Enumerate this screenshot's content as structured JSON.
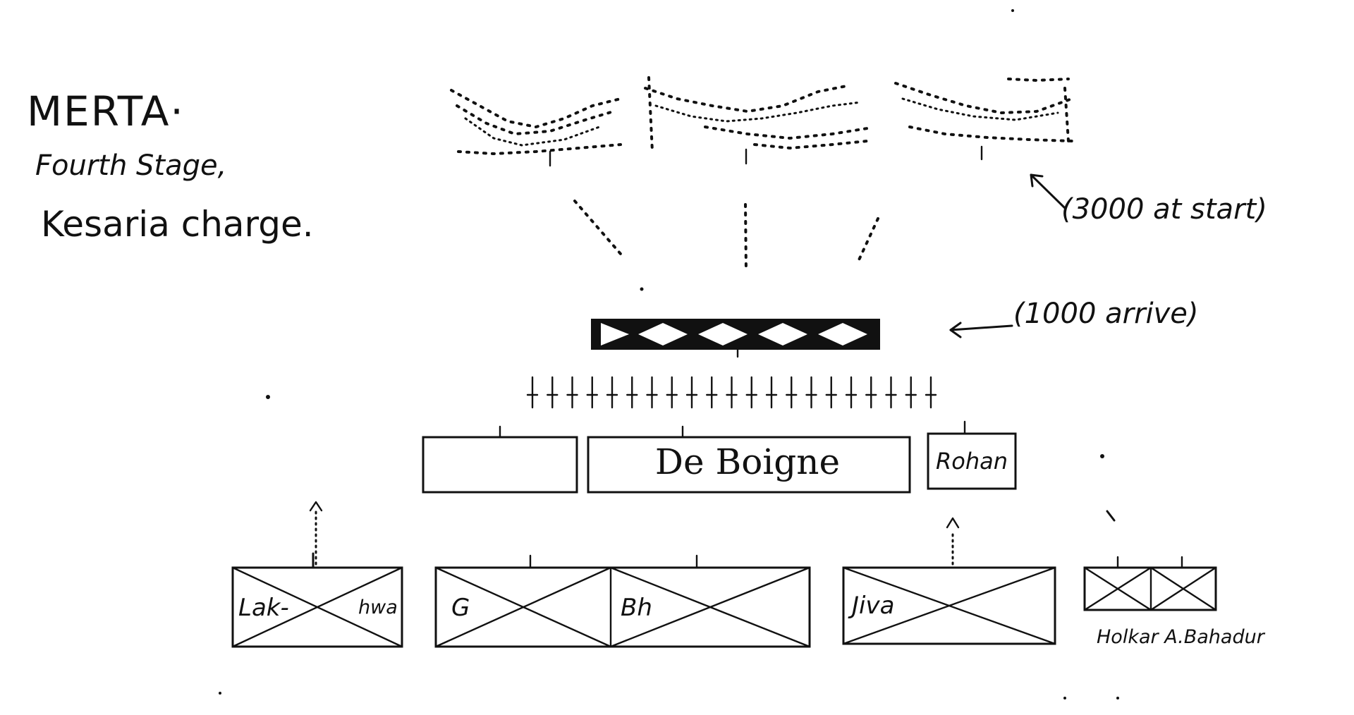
{
  "title": "MERTA·",
  "subtitle_line1": "Fourth Stage,",
  "subtitle_line2": "Kesaria charge.",
  "annotations": {
    "start_note": "(3000 at start)",
    "arrive_note": "(1000 arrive)"
  },
  "front_line": [
    {
      "label": ""
    },
    {
      "label": "De Boigne"
    },
    {
      "label": "Rohan"
    }
  ],
  "rear_line": [
    {
      "labels": [
        "Lak-",
        "hwa"
      ]
    },
    {
      "labels": [
        "G",
        "Bh"
      ]
    },
    {
      "labels": [
        "Jiva"
      ]
    },
    {
      "labels": []
    }
  ],
  "rear_caption": "Holkar A.Bahadur"
}
